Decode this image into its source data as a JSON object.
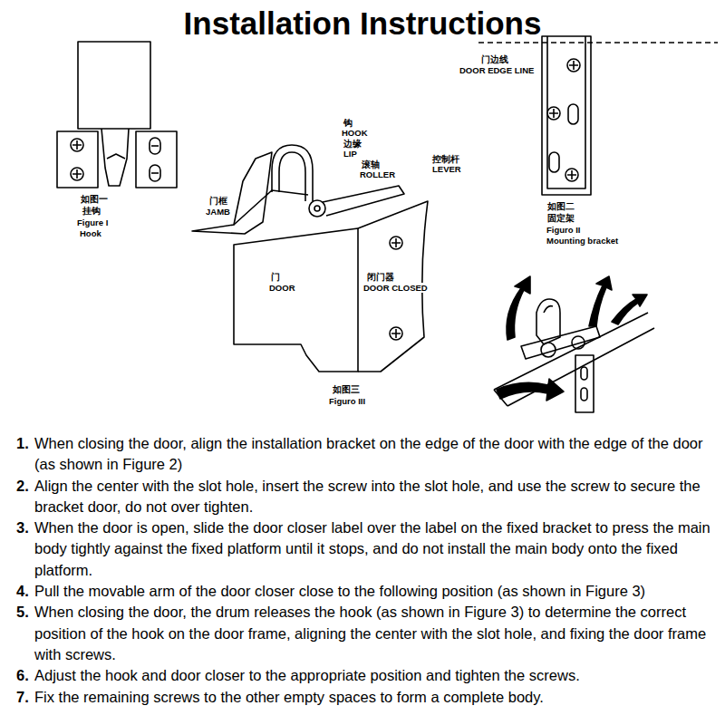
{
  "diagram": {
    "title": "Installation Instructions",
    "labels": [
      "如图一",
      "挂钩",
      "Figure I",
      "Hook",
      "钩",
      "HOOK",
      "边缘",
      "LIP",
      "滚轴",
      "ROLLER",
      "控制杆",
      "LEVER",
      "门框",
      "JAMB",
      "门",
      "DOOR",
      "闭门器",
      "DOOR CLOSED",
      "如图三",
      "Figuro III",
      "门边线",
      "DOOR EDGE LINE",
      "如图二",
      "固定架",
      "Figuro II",
      "Mounting bracket",
      "1.",
      "When closing the door, align the installation bracket on the edge of the door with the edge of the door (as shown in Figure 2)",
      "2.",
      "Align the center with the slot hole, insert the screw into the slot hole, and use the screw to secure the bracket door, do not over tighten.",
      "3.",
      "When the door is open, slide the door closer label over the label on the fixed bracket to press the main body tightly against the fixed platform until it stops, and do not install the main body onto the fixed platform.",
      "4.",
      "Pull the movable arm of the door closer close to the following position (as shown in Figure 3)",
      "5.",
      "When closing the door, the drum releases the hook (as shown in Figure 3) to determine the correct position of the hook on the door frame, aligning the center with the slot hole, and fixing the door frame with screws.",
      "6.",
      "Adjust the hook and door closer to the appropriate position and tighten the screws.",
      "7.",
      "Fix the remaining screws to the other empty spaces to form a complete body."
    ]
  }
}
